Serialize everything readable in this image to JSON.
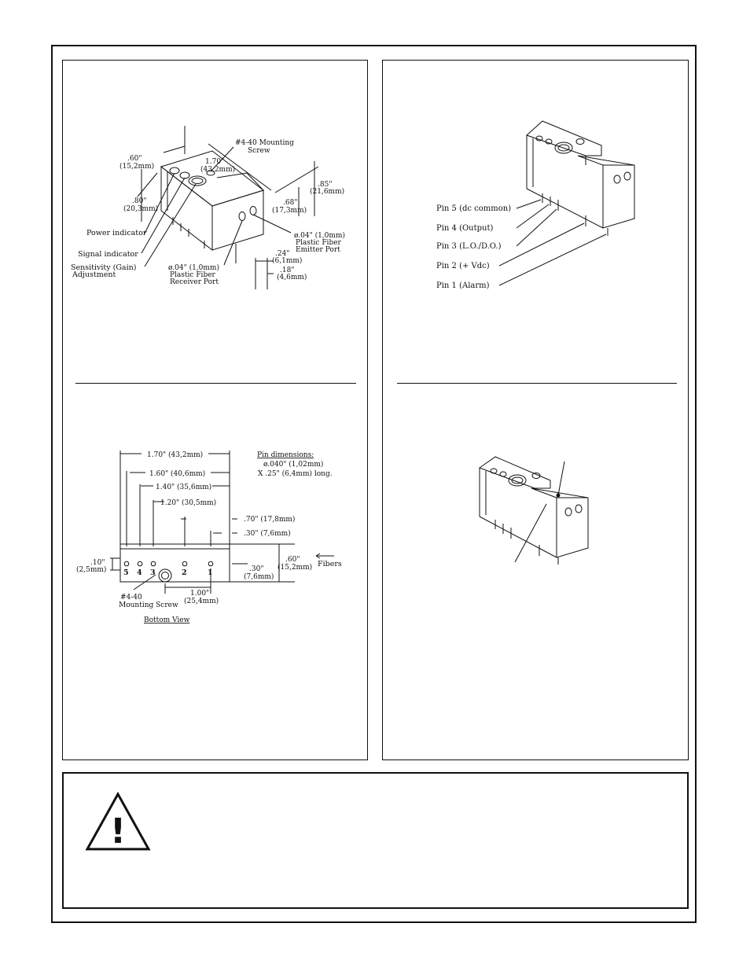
{
  "drawing1": {
    "mounting_screw": [
      "#4-40 Mounting",
      "Screw"
    ],
    "dim_060": [
      ".60\"",
      "(15,2mm)"
    ],
    "dim_170": [
      "1.70\"",
      "(43,2mm)"
    ],
    "dim_080": [
      ".80\"",
      "(20,3mm)"
    ],
    "dim_085": [
      ".85\"",
      "(21,6mm)"
    ],
    "dim_068": [
      ".68\"",
      "(17,3mm)"
    ],
    "power_indicator": "Power indicator",
    "signal_indicator": "Signal indicator",
    "sensitivity": [
      "Sensitivity (Gain)",
      "Adjustment"
    ],
    "emitter_port": [
      "ø.04\" (1,0mm)",
      "Plastic Fiber",
      "Emitter Port"
    ],
    "receiver_port": [
      "ø.04\" (1,0mm)",
      "Plastic Fiber",
      "Receiver Port"
    ],
    "dim_024": [
      ".24\"",
      "(6,1mm)"
    ],
    "dim_018": [
      ".18\"",
      "(4,6mm)"
    ]
  },
  "drawing2": {
    "pins": [
      "Pin 5 (dc common)",
      "Pin 4 (Output)",
      "Pin 3 (L.O./D.O.)",
      "Pin 2 (+ Vdc)",
      "Pin 1 (Alarm)"
    ]
  },
  "drawing3": {
    "d170": "1.70\"  (43,2mm)",
    "d160": "1.60\"  (40,6mm)",
    "d140": "1.40\"  (35,6mm)",
    "d120": "1.20\"  (30,5mm)",
    "d070": ".70\"  (17,8mm)",
    "d030a": ".30\"  (7,6mm)",
    "pin_dim_title": "Pin dimensions:",
    "pin_dim_1": "ø.040\"  (1,02mm)",
    "pin_dim_2": "X .25\"  (6,4mm) long.",
    "d010": [
      ".10\"",
      "(2,5mm)"
    ],
    "d030b": [
      ".30\"",
      "(7,6mm)"
    ],
    "d060": [
      ".60\"",
      "(15,2mm)"
    ],
    "fibers": "Fibers",
    "pin_numbers": [
      "5",
      "4",
      "3",
      "2",
      "1"
    ],
    "mount": [
      "#4-40",
      "Mounting Screw"
    ],
    "d100": [
      "1.00\"",
      "(25,4mm)"
    ],
    "bottom_view": "Bottom View"
  },
  "warning": {
    "symbol": "!"
  }
}
